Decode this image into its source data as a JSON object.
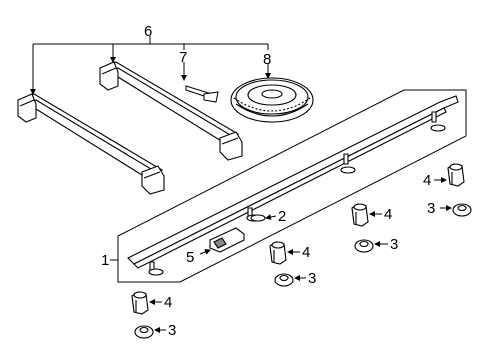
{
  "diagram": {
    "callouts": {
      "c1": "1",
      "c2": "2",
      "c3a": "3",
      "c3b": "3",
      "c3c": "3",
      "c3d": "3",
      "c4a": "4",
      "c4b": "4",
      "c4c": "4",
      "c4d": "4",
      "c5": "5",
      "c6": "6",
      "c7": "7",
      "c8": "8"
    }
  }
}
